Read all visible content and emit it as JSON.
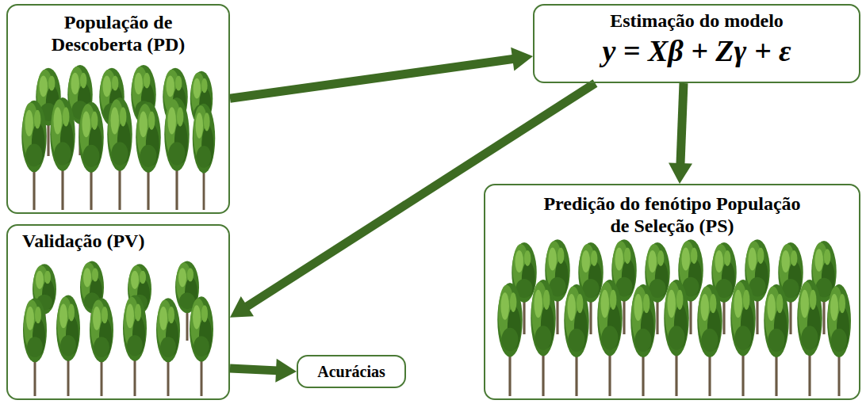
{
  "diagram": {
    "nodes": [
      {
        "text": [
          "População de Descoberta (PD)"
        ]
      },
      {
        "text": [
          "Estimação do modelo",
          "y = Xβ + Zγ + ε"
        ]
      },
      {
        "text": [
          "Predição do fenótipo População de Seleção (PS)"
        ]
      },
      {
        "text": [
          "Validação (PV)"
        ]
      },
      {
        "text": [
          "Acurácias"
        ]
      }
    ],
    "edges": [
      {
        "from": 0,
        "to": 1,
        "arrow": "to"
      },
      {
        "from": 1,
        "to": 2,
        "arrow": "to"
      },
      {
        "from": 1,
        "to": 3,
        "arrow": "to"
      },
      {
        "from": 3,
        "to": 4,
        "arrow": "to"
      }
    ]
  }
}
